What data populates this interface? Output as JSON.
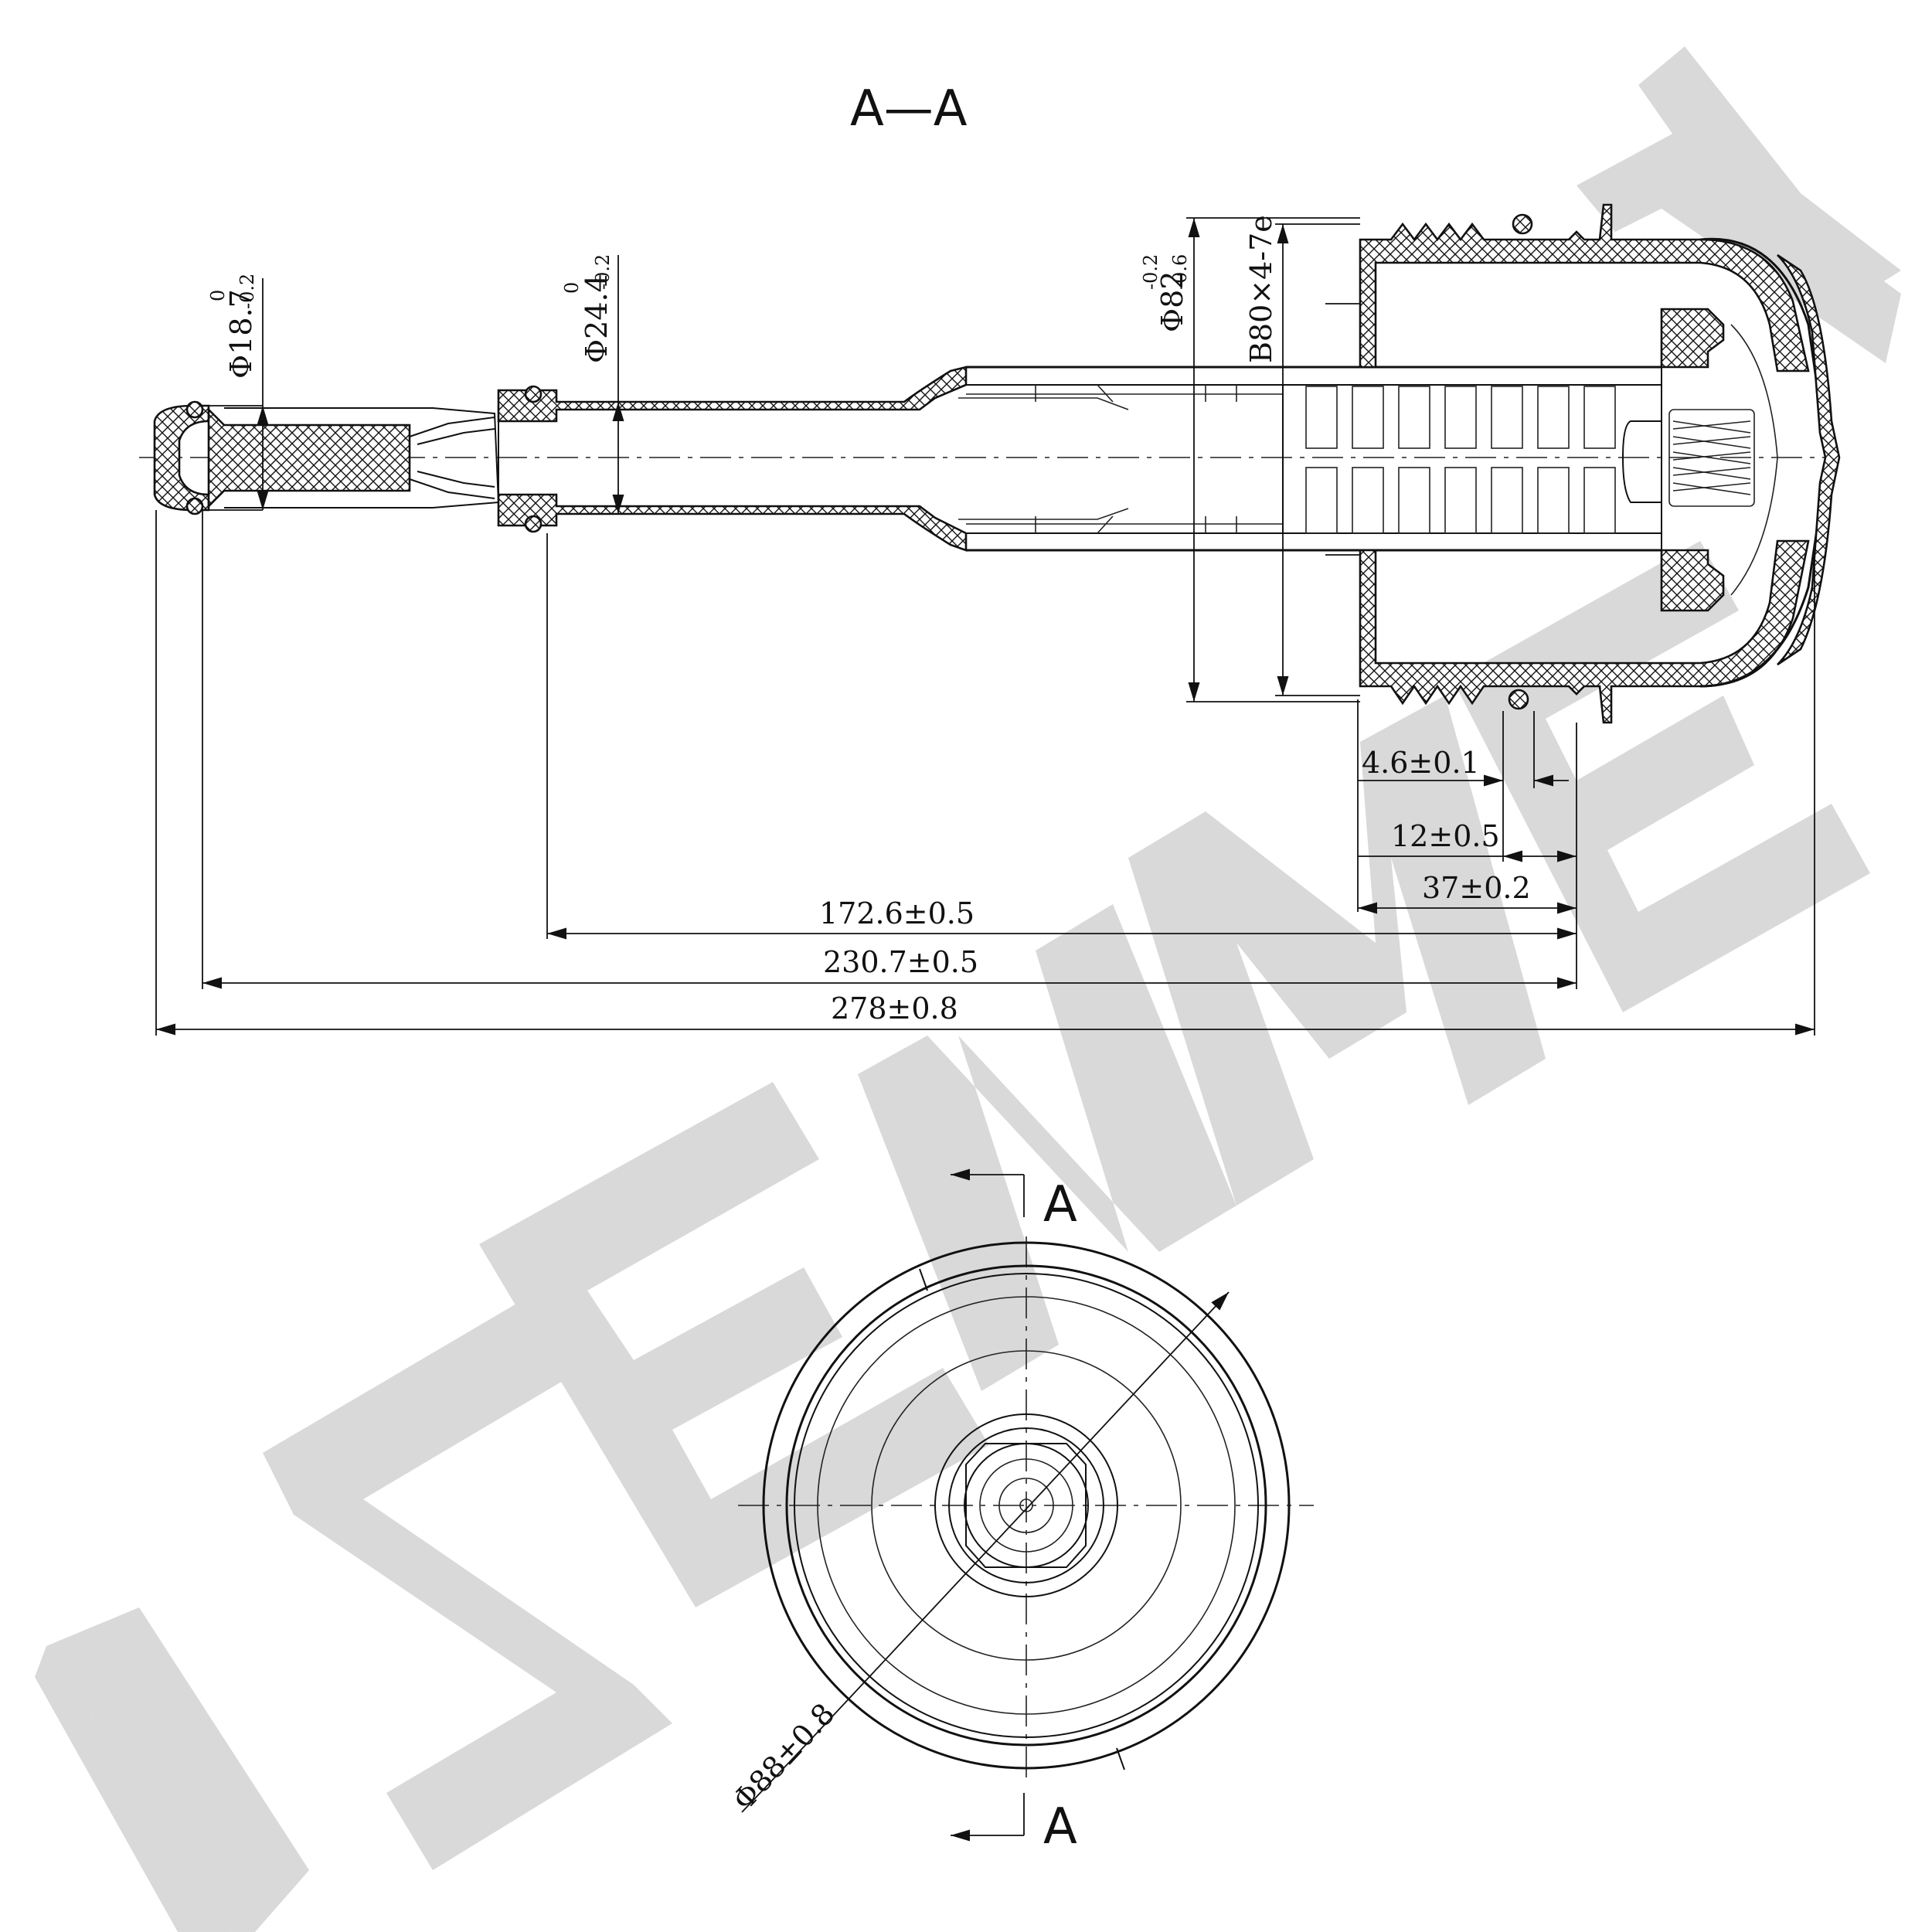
{
  "section_title": "A—A",
  "section_marks": {
    "top": "A",
    "bottom": "A"
  },
  "diameters": {
    "d18": {
      "label": "Φ18.7",
      "upper": "0",
      "lower": "-0.2"
    },
    "d24": {
      "label": "Φ24.4",
      "upper": "0",
      "lower": "-0.2"
    },
    "d82": {
      "label": "Φ82",
      "upper": "-0.2",
      "lower": "-0.6"
    },
    "thread": "B80×4-7e",
    "d88": "Φ88±0.8"
  },
  "lengths": {
    "l46": "4.6±0.1",
    "l12": "12±0.5",
    "l37": "37±0.2",
    "l172": "172.6±0.5",
    "l230": "230.7±0.5",
    "l278": "278±0.8"
  },
  "watermark": "ZENMEX",
  "colors": {
    "line": "#111111",
    "watermark": "#d9d9d9"
  }
}
